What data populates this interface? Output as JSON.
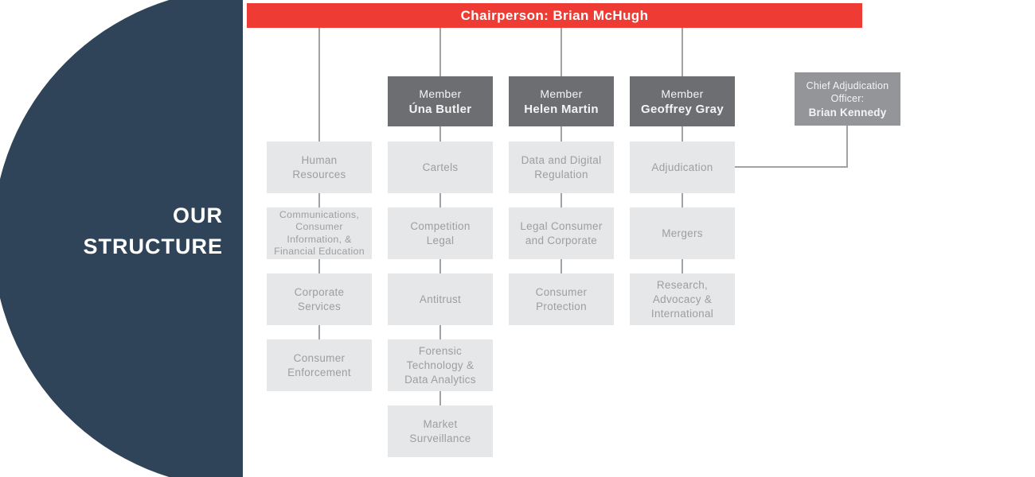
{
  "title": {
    "line1": "OUR",
    "line2": "STRUCTURE"
  },
  "banner": {
    "label": "Chairperson: Brian McHugh"
  },
  "members": [
    {
      "role": "Member",
      "name": "Úna Butler"
    },
    {
      "role": "Member",
      "name": "Helen Martin"
    },
    {
      "role": "Member",
      "name": "Geoffrey Gray"
    }
  ],
  "officer": {
    "role": "Chief Adjudication\nOfficer:",
    "name": "Brian Kennedy"
  },
  "columns": [
    {
      "name": "chairperson-direct",
      "boxes": [
        "Human\nResources",
        "Communications,\nConsumer\nInformation, &\nFinancial Education",
        "Corporate\nServices",
        "Consumer\nEnforcement"
      ]
    },
    {
      "name": "una-butler-division",
      "boxes": [
        "Cartels",
        "Competition\nLegal",
        "Antitrust",
        "Forensic\nTechnology &\nData Analytics",
        "Market\nSurveillance"
      ]
    },
    {
      "name": "helen-martin-division",
      "boxes": [
        "Data and Digital\nRegulation",
        "Legal Consumer\nand Corporate",
        "Consumer\nProtection"
      ]
    },
    {
      "name": "geoffrey-gray-division",
      "boxes": [
        "Adjudication",
        "Mergers",
        "Research,\nAdvocacy &\nInternational"
      ]
    }
  ],
  "colors": {
    "accent_red": "#EE3B33",
    "navy": "#2F4458",
    "member_gray": "#6D6E71",
    "officer_gray": "#939598",
    "box_gray": "#E6E7E8",
    "text_gray": "#9C9EA1",
    "line_gray": "#A0A2A5"
  }
}
